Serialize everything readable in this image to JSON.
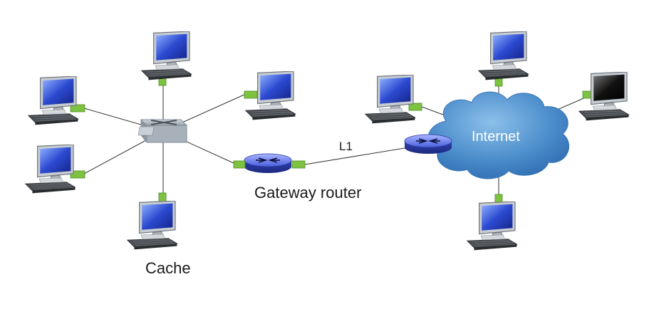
{
  "labels": {
    "cache": "Cache",
    "gateway_router": "Gateway router",
    "link": "L1",
    "internet": "Internet"
  },
  "colors": {
    "connector_green": "#7ec242",
    "router_blue": "#3b4fc7",
    "cloud_blue": "#4f8fc9",
    "switch_gray": "#9aa4ae",
    "monitor_screen": "#2b48c8"
  },
  "icons": {
    "computer": "desktop-computer-icon",
    "switch": "ethernet-switch-icon",
    "router": "router-icon",
    "cloud": "internet-cloud-icon"
  }
}
